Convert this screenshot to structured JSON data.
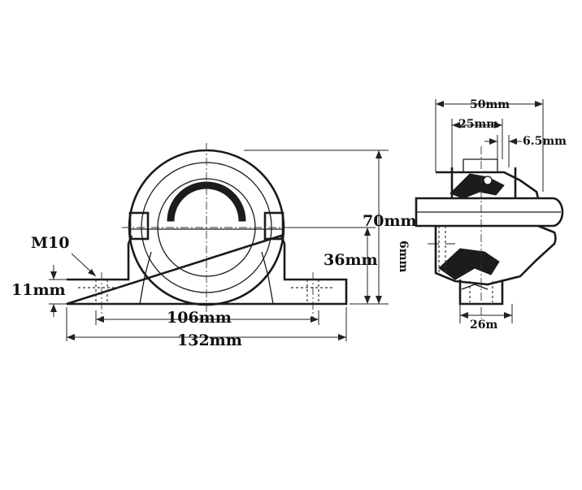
{
  "dimensions": {
    "bolt": "M10",
    "base_height": "11mm",
    "bolt_spacing": "106mm",
    "overall_length": "132mm",
    "center_height": "36mm",
    "total_height": "70mm",
    "base_width": "50mm",
    "bore_offset": "25mm",
    "collar_width": "6.5mm",
    "side_gap": "6mm",
    "foot_width": "26m"
  },
  "colors": {
    "line": "#1a1a1a",
    "background": "#ffffff"
  }
}
